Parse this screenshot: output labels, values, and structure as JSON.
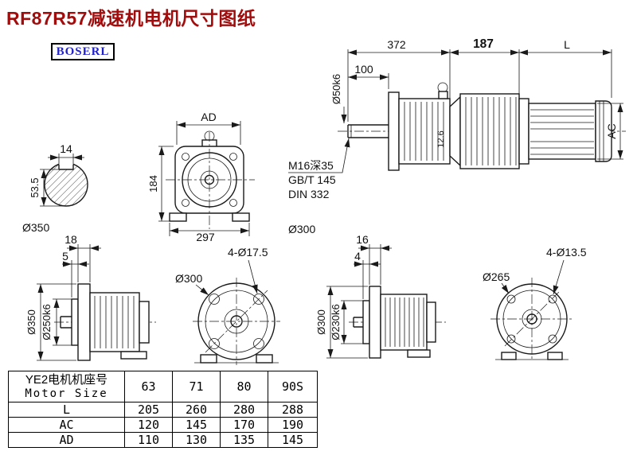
{
  "page": {
    "title": "RF87R57减速机电机尺寸图纸",
    "logo": "BOSERL",
    "colors": {
      "title": "#a10d0d",
      "logo_text": "#2222cc"
    }
  },
  "views": {
    "shaft_section": {
      "key_width": "14",
      "height": "53.5",
      "flange_dia": "Ø350"
    },
    "front_view": {
      "ad": "AD",
      "height": "184",
      "width": "297"
    },
    "assembly": {
      "len_gear": "372",
      "len_adapter": "187",
      "len_motor": "L",
      "shaft_len": "100",
      "shaft_dia": "Ø50k6",
      "motor_dia": "AC",
      "key_dim": "12.6",
      "tap_note": "M16深35",
      "std_gb": "GB/T 145",
      "std_din": "DIN 332"
    },
    "side_left": {
      "flange_thk": "18",
      "spigot_len": "5",
      "flange_dia": "Ø350",
      "spigot_dia": "Ø250k6"
    },
    "flange_left": {
      "dia": "Ø300",
      "holes": "4-Ø17.5"
    },
    "side_mid": {
      "dia_label": "Ø300",
      "flange_thk": "16",
      "spigot_len": "4",
      "flange_dia": "Ø300",
      "spigot_dia": "Ø230k6"
    },
    "flange_right": {
      "dia": "Ø265",
      "holes": "4-Ø13.5"
    }
  },
  "table": {
    "header_line1": "YE2电机机座号",
    "header_line2": "Motor Size",
    "sizes": [
      "63",
      "71",
      "80",
      "90S"
    ],
    "rows": [
      {
        "label": "L",
        "values": [
          "205",
          "260",
          "280",
          "288"
        ]
      },
      {
        "label": "AC",
        "values": [
          "120",
          "145",
          "170",
          "190"
        ]
      },
      {
        "label": "AD",
        "values": [
          "110",
          "130",
          "135",
          "145"
        ]
      }
    ]
  }
}
